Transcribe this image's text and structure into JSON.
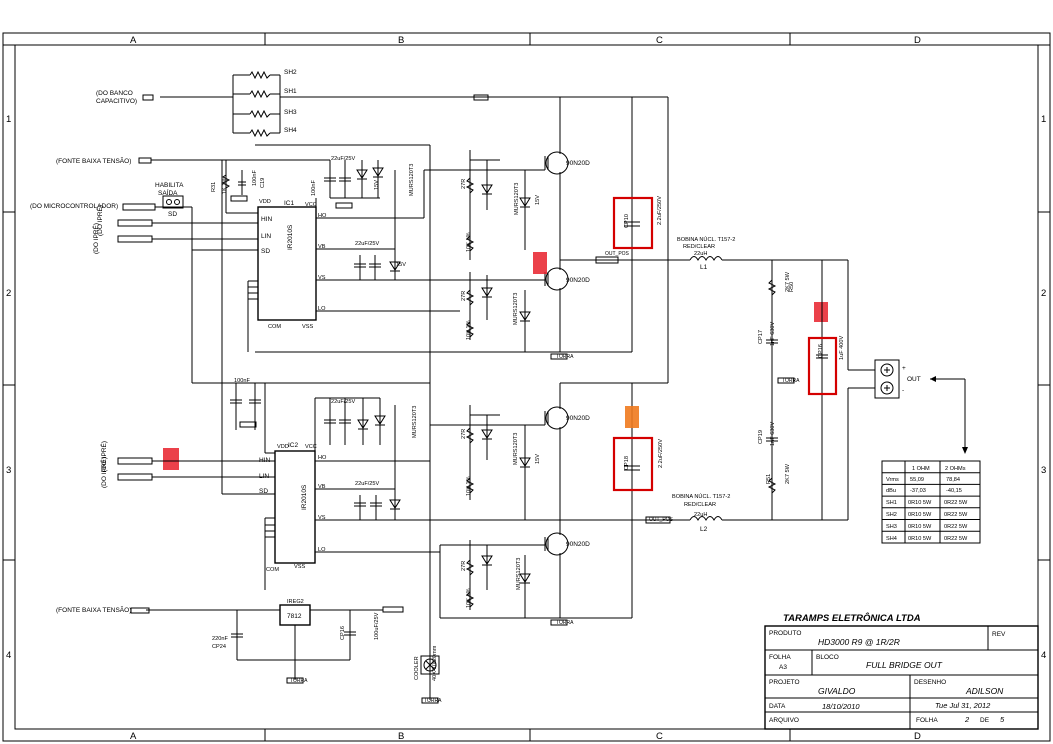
{
  "frame": {
    "cols": [
      "A",
      "B",
      "C",
      "D"
    ],
    "rows": [
      "1",
      "2",
      "3",
      "4"
    ]
  },
  "company": "TARAMPS ELETRÔNICA LTDA",
  "title_block": {
    "produto_label": "PRODUTO",
    "produto_value": "HD3000 R9 @ 1R/2R",
    "rev_label": "REV",
    "folha_label": "FOLHA",
    "folha_size": "A3",
    "bloco_label": "BLOCO",
    "bloco_value": "FULL BRIDGE OUT",
    "projeto_label": "PROJETO",
    "projeto_value": "GIVALDO",
    "desenho_label": "DESENHO",
    "desenho_value": "ADILSON",
    "data_label": "DATA",
    "data_value": "18/10/2010",
    "print_date": "Tue Jul 31, 2012",
    "arquivo_label": "ARQUIVO",
    "folha2_label": "FOLHA",
    "sheet_num": "2",
    "de_label": "DE",
    "sheet_total": "5"
  },
  "connectors": {
    "banco_1": "(DO BANCO",
    "banco_2": "CAPACITIVO)",
    "fonte_baixa_1": "(FONTE BAIXA TENSÃO)",
    "micro": "(DO MICROCONTROLADOR)",
    "do_ipre_1": "(DO IPRÉ)",
    "do_ipre_2": "(DO IPRÉ)",
    "do_ipre_3": "(DO IPRÉ)",
    "do_ipre_4": "(DO IPRÉ)",
    "fonte_baixa_2": "(FONTE BAIXA TENSÃO)",
    "habilita_1": "HABILITA",
    "habilita_2": "SAÍDA",
    "sd": "SD",
    "out": "OUT",
    "out_plus": "+",
    "out_minus": "-"
  },
  "shunts": [
    "SH2",
    "SH1",
    "SH3",
    "SH4"
  ],
  "ic1": {
    "ref": "IC1",
    "part": "IR2010S",
    "vdd": "VDD",
    "hin": "HIN",
    "lin": "LIN",
    "sd": "SD",
    "com": "COM",
    "vss": "VSS",
    "vcc": "VCC",
    "ho": "HO",
    "vb": "VB",
    "vs": "VS",
    "lo": "LO"
  },
  "ic2": {
    "ref": "IC2",
    "part": "IR2010S",
    "vdd": "VDD",
    "hin": "HIN",
    "lin": "LIN",
    "sd": "SD",
    "com": "COM",
    "vss": "VSS",
    "vcc": "VCC",
    "ho": "HO",
    "vb": "VB",
    "vs": "VS",
    "lo": "LO"
  },
  "parts": {
    "cap_22uf_1": "22uF/25V",
    "cap_22uf_2": "22uF/25V",
    "cap_22uf_3": "22uF/25V",
    "cap_22uf_4": "22uF/25V",
    "mosfet_1": "90N20D",
    "mosfet_2": "90N20D",
    "mosfet_3": "90N20D",
    "mosfet_4": "90N20D",
    "mur_1": "MURS120T3",
    "mur_2": "MURS120T3",
    "mur_3": "MURS120T3",
    "mur_4": "MURS120T3",
    "mur_5": "MURS120T3",
    "mur_6": "MURS120T3",
    "cp10": "CP10",
    "cp10_val": "2.2uF/250V",
    "cp18": "CP18",
    "cp18_val": "2.2uF/250V",
    "cp16": "CP16",
    "cp16_val": "1uF 400V",
    "cp17": "CP17",
    "cp17_val": "1nF 630V",
    "cp19": "CP19",
    "cp19_val": "1nF 630V",
    "r50": "R50",
    "r51": "R51",
    "r_2k7": "2K7 5W",
    "r_2k7b": "2K7 5W",
    "bobina_1": "BOBINA NÚCL. T157-2",
    "bobina_1b": "RED/CLEAR",
    "bobina_2": "BOBINA NÚCL. T157-2",
    "bobina_2b": "RED/CLEAR",
    "l1": "L1",
    "l1_val": "22uH",
    "l2": "L2",
    "l2_val": "22uH",
    "out_net_1": "OUT_POS",
    "out_net_2": "OUT_POS",
    "ireg2": "IREG2",
    "ireg_part": "7812",
    "cp24": "CP24",
    "cp24_val": "220nF",
    "cp16b": "CP16",
    "cp16b_val": "100uF/25V",
    "cooler_1": "COOLER",
    "cooler_2": "40X40X20mm",
    "cap_100nf": "100nF",
    "r31": "R31",
    "r31_val": "1K 1%",
    "c19": "C19",
    "c19_val": "100nF",
    "dz_15v_1": "15V",
    "dz_15v_2": "15V",
    "dz_15v_3": "15V",
    "dz_15v_4": "15V",
    "r_27r_1": "27R",
    "r_27r_2": "27R",
    "r_27r_3": "27R",
    "r_27r_4": "27R",
    "r_10k_1": "10K 1%",
    "r_10k_2": "10K 1%",
    "r_10k_3": "10K 1%",
    "r_10k_4": "10K 1%",
    "torra": "TORRA"
  },
  "table": {
    "headers": [
      "",
      "1 OHM",
      "2 OHMs"
    ],
    "rows": [
      [
        "Vrms",
        "55,09",
        "78,84"
      ],
      [
        "dBu",
        "-37,03",
        "-40,15"
      ],
      [
        "SH1",
        "0R10 5W",
        "0R22 5W"
      ],
      [
        "SH2",
        "0R10 5W",
        "0R22 5W"
      ],
      [
        "SH3",
        "0R10 5W",
        "0R22 5W"
      ],
      [
        "SH4",
        "0R10 5W",
        "0R22 5W"
      ]
    ]
  },
  "colors": {
    "highlight": "#d40000",
    "marker_red": "#e8202a",
    "marker_orange": "#ef7a1e"
  }
}
